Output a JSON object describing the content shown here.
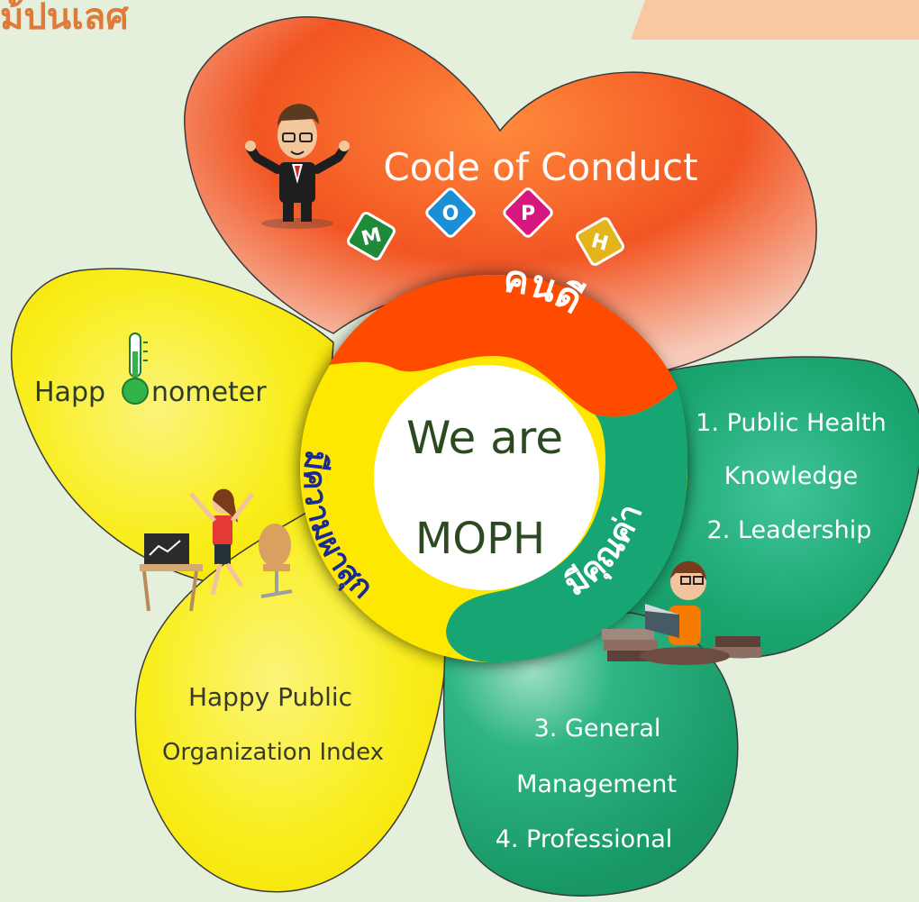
{
  "header": {
    "fragment": "ม้ปนเลศ"
  },
  "colors": {
    "background": "#e4efdc",
    "petal_red": "#f15a24",
    "petal_yellow": "#f9ef1a",
    "petal_green": "#1aa56f",
    "ring_red": "#ff4b00",
    "ring_yellow": "#ffe800",
    "ring_green": "#17a673",
    "center": "#ffffff"
  },
  "center": {
    "line1": "We are",
    "line2": "MOPH"
  },
  "ring": {
    "top": "คนดี",
    "left": "มีความผาสุก",
    "right": "มีคุณค่า"
  },
  "petals": {
    "top": {
      "title": "Code of Conduct",
      "badges": [
        "M",
        "O",
        "P",
        "H"
      ],
      "badge_colors": [
        "#1f8a3a",
        "#1a8fd6",
        "#d6187e",
        "#e3b51b"
      ]
    },
    "left_upper": {
      "title_prefix": "Happ",
      "title_suffix": "nometer"
    },
    "left_lower": {
      "line1": "Happy Public",
      "line2": "Organization Index"
    },
    "right_upper": {
      "line1": "1. Public Health",
      "line2": "Knowledge",
      "line3": "2. Leadership"
    },
    "right_lower": {
      "line1": "3. General",
      "line2": "Management",
      "line3": "4. Professional"
    }
  },
  "icons": [
    "businessman-icon",
    "thermometer-icon",
    "office-worker-icon",
    "reader-icon"
  ]
}
